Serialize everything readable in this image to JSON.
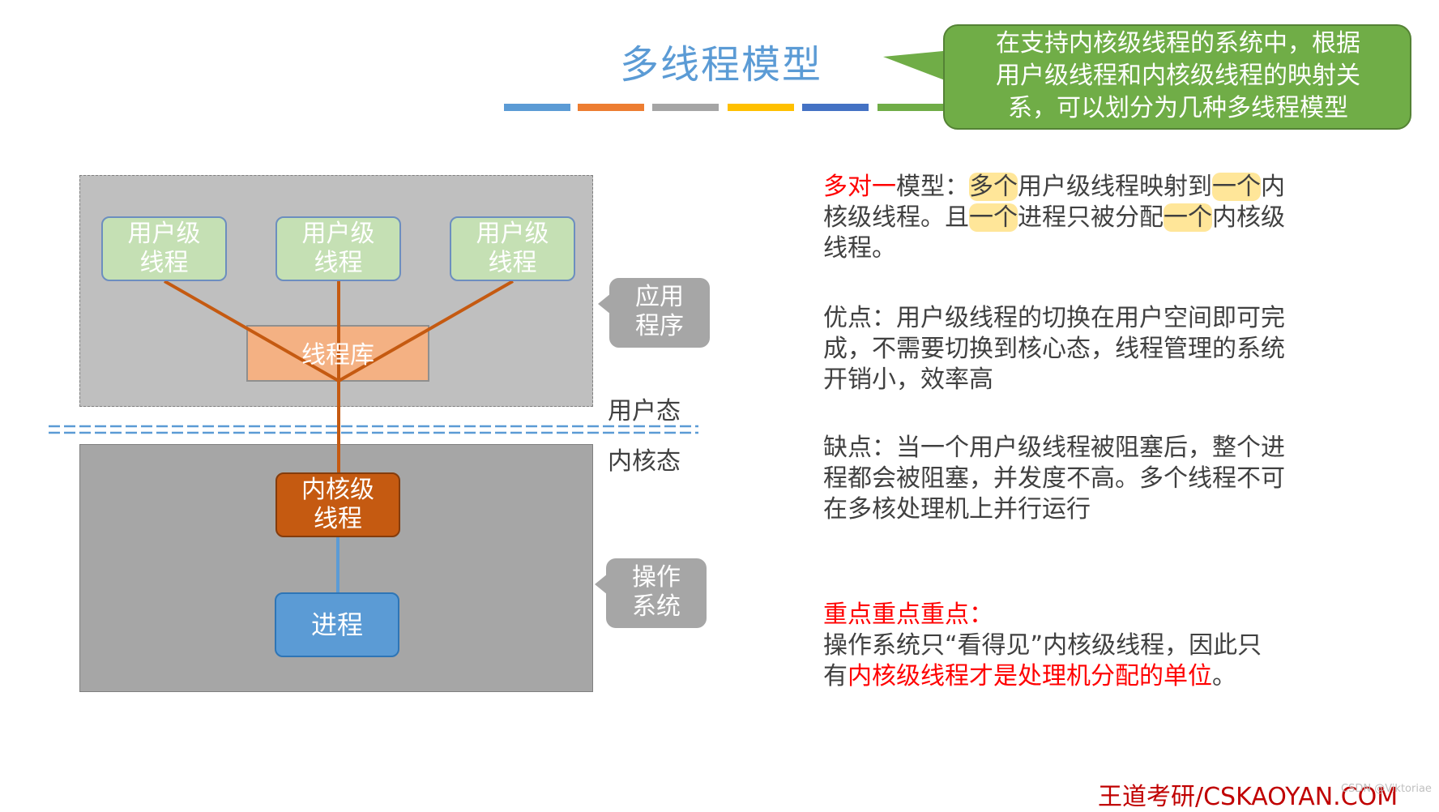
{
  "title": "多线程模型",
  "title_bar_colors": [
    "#5b9bd5",
    "#ed7d31",
    "#a5a5a5",
    "#ffc000",
    "#4472c4",
    "#70ad47"
  ],
  "callout": {
    "line1": "在支持内核级线程的系统中，根据",
    "line2": "用户级线程和内核级线程的映射关",
    "line3": "系，可以划分为几种多线程模型",
    "color": "#70ad47"
  },
  "diagram": {
    "user_threads": [
      {
        "line1": "用户级",
        "line2": "线程"
      },
      {
        "line1": "用户级",
        "line2": "线程"
      },
      {
        "line1": "用户级",
        "line2": "线程"
      }
    ],
    "thread_library": "线程库",
    "app_label": {
      "line1": "应用",
      "line2": "程序"
    },
    "user_mode": "用户态",
    "kernel_mode": "内核态",
    "kernel_thread": {
      "line1": "内核级",
      "line2": "线程"
    },
    "process": "进程",
    "os_label": {
      "line1": "操作",
      "line2": "系统"
    },
    "line_color": "#c55a11",
    "separator_color": "#5b9bd5"
  },
  "model": {
    "prefix": "多对一",
    "label_rest": "模型：",
    "hl1": "多个",
    "t1": "用户级线程映射到",
    "hl2": "一个",
    "t2": "内",
    "line2_a": "核级线程。且",
    "hl3": "一个",
    "line2_b": "进程只被分配",
    "hl4": "一个",
    "line2_c": "内核级",
    "line3": "线程。"
  },
  "advantage": {
    "line1": "优点：用户级线程的切换在用户空间即可完",
    "line2": "成，不需要切换到核心态，线程管理的系统",
    "line3": "开销小，效率高"
  },
  "disadvantage": {
    "line1": "缺点：当一个用户级线程被阻塞后，整个进",
    "line2": "程都会被阻塞，并发度不高。多个线程不可",
    "line3": "在多核处理机上并行运行"
  },
  "key_point": {
    "heading": "重点重点重点：",
    "line1": "操作系统只“看得见”内核级线程，因此只",
    "line2_prefix": "有",
    "line2_red": "内核级线程才是处理机分配的单位",
    "line2_suffix": "。"
  },
  "footer": "王道考研/CSKAOYAN.COM",
  "watermark": "CSDN @Viktoriae"
}
